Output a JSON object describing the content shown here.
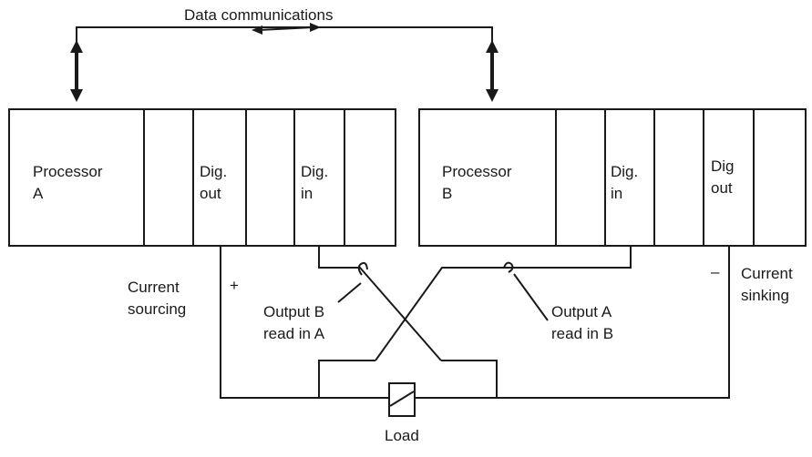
{
  "title": "Data communications",
  "processor_a": {
    "name_line1": "Processor",
    "name_line2": "A",
    "module_out_line1": "Dig.",
    "module_out_line2": "out",
    "module_in_line1": "Dig.",
    "module_in_line2": "in"
  },
  "processor_b": {
    "name_line1": "Processor",
    "name_line2": "B",
    "module_in_line1": "Dig.",
    "module_in_line2": "in",
    "module_out_line1": "Dig",
    "module_out_line2": "out"
  },
  "left_side": {
    "label_line1": "Current",
    "label_line2": "sourcing",
    "polarity": "+"
  },
  "right_side": {
    "label_line1": "Current",
    "label_line2": "sinking",
    "polarity": "–"
  },
  "output_b": {
    "line1": "Output B",
    "line2": "read in A"
  },
  "output_a": {
    "line1": "Output A",
    "line2": "read in B"
  },
  "load_label": "Load",
  "colors": {
    "line": "#1a1a1a",
    "background": "#ffffff"
  }
}
